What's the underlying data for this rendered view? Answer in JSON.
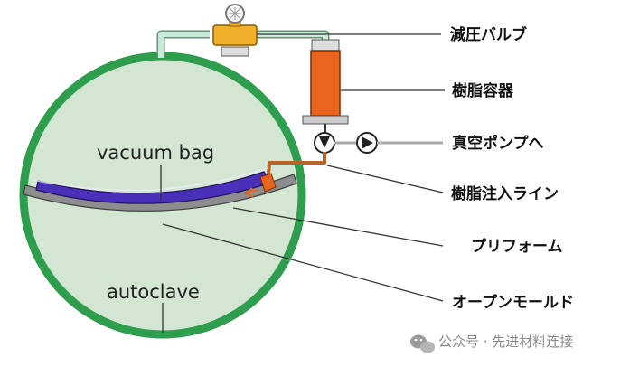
{
  "labels": {
    "vacuum_valve": "減圧バルブ",
    "resin_container": "樹脂容器",
    "to_vacuum_pump": "真空ポンプへ",
    "resin_inlet_line": "樹脂注入ライン",
    "preform": "プリフォーム",
    "open_mold": "オープンモールド",
    "vacuum_bag": "vacuum bag",
    "autoclave": "autoclave"
  },
  "watermark": {
    "text": "公众号 · 先进材料连接",
    "icon": "wechat-icon"
  },
  "colors": {
    "autoclave_ring": "#2e9e4e",
    "autoclave_fill": "#d2e6d1",
    "pipe": "#c7ead9",
    "valve": "#f0b02a",
    "resin_container": "#e8641f",
    "resin_line": "#b8632c",
    "mold": "#8d8d8d",
    "preform": "#4a2fb8",
    "leader": "#333333"
  }
}
